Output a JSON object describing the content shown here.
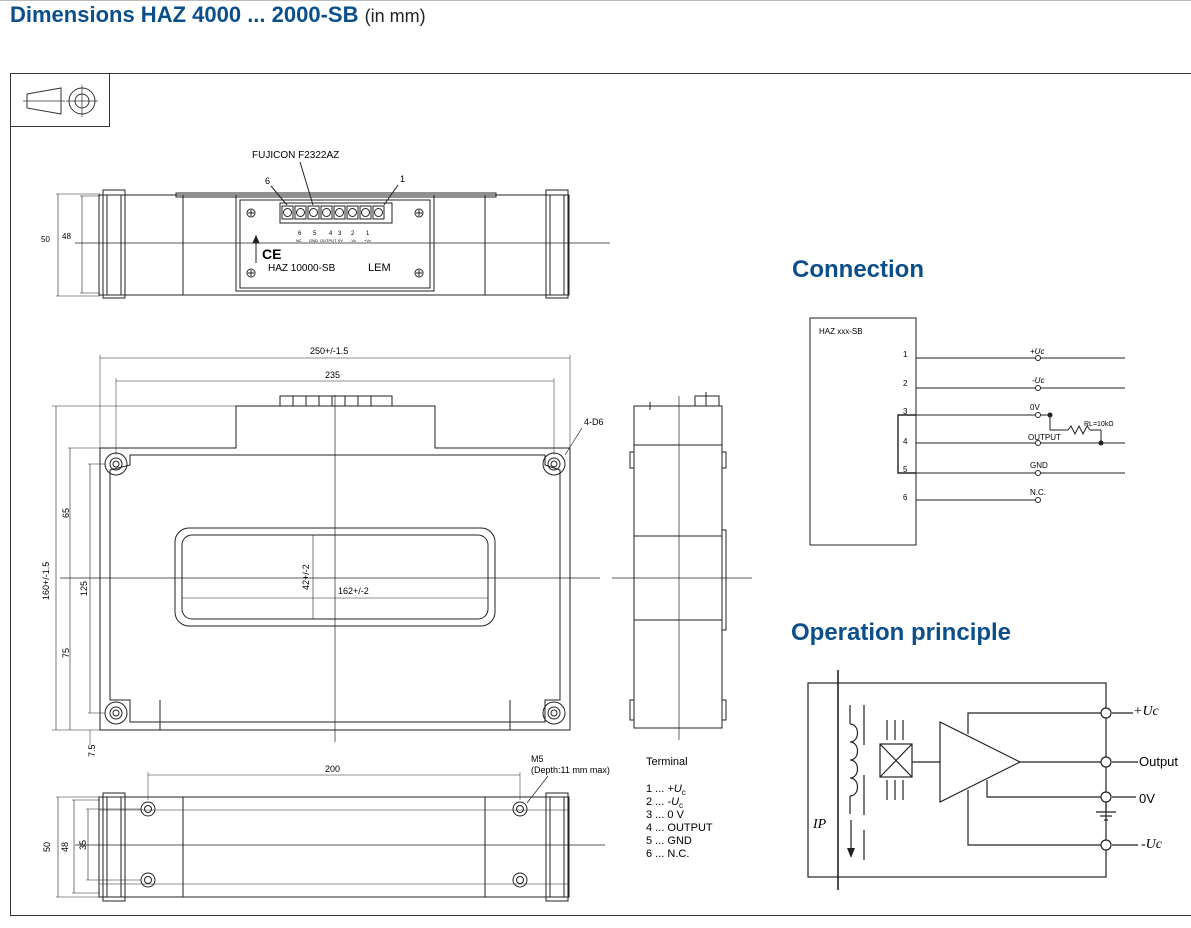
{
  "page": {
    "title": "Dimensions HAZ 4000 ... 2000-SB",
    "title_unit": "(in mm)"
  },
  "top_view": {
    "connector_label": "FUJICON F2322AZ",
    "pin_callout_left": "6",
    "pin_callout_right": "1",
    "pin_numbers": [
      "6",
      "5",
      "4",
      "3",
      "2",
      "1"
    ],
    "pin_names": [
      "NC",
      "GND",
      "OUTPUT",
      "0V",
      "-Vc",
      "+Vc"
    ],
    "ce_mark": "CE",
    "model_label": "HAZ 10000-SB",
    "brand_logo": "LEM",
    "dim_height_outer": "50",
    "dim_height_inner": "48"
  },
  "front_view": {
    "dim_width_outer": "250+/-1.5",
    "dim_width_inner": "235",
    "hole_callout": "4-D6",
    "dim_height_total": "160+/-1.5",
    "dim_65": "65",
    "dim_125": "125",
    "dim_75": "75",
    "dim_7_5": "7.5",
    "dim_aperture_h": "42+/-2",
    "dim_aperture_w": "162+/-2"
  },
  "bottom_view": {
    "dim_hole_spacing": "200",
    "thread_callout": "M5",
    "thread_depth": "(Depth:11 mm max)",
    "dim_50": "50",
    "dim_48": "48",
    "dim_35": "35"
  },
  "terminal": {
    "heading": "Terminal",
    "items": [
      {
        "num": "1 ... ",
        "main": "+U",
        "sub": "c"
      },
      {
        "num": "2 ... ",
        "main": "-U",
        "sub": "c"
      },
      {
        "num": "3 ... ",
        "main": "0 V",
        "sub": ""
      },
      {
        "num": "4 ... ",
        "main": "OUTPUT",
        "sub": ""
      },
      {
        "num": "5 ... ",
        "main": "GND",
        "sub": ""
      },
      {
        "num": "6 ... ",
        "main": "N.C.",
        "sub": ""
      }
    ]
  },
  "connection": {
    "heading": "Connection",
    "box_label": "HAZ xxx-SB",
    "pins": [
      "1",
      "2",
      "3",
      "4",
      "5",
      "6"
    ],
    "signals": [
      "+Uc",
      "-Uc",
      "0V",
      "OUTPUT",
      "GND",
      "N.C."
    ],
    "resistor_label": "RL=10kΩ"
  },
  "operation": {
    "heading": "Operation principle",
    "label_ip": "IP",
    "label_plus_uc": "+Uc",
    "label_output": "Output",
    "label_0v": "0V",
    "label_minus_uc": "-Uc"
  }
}
